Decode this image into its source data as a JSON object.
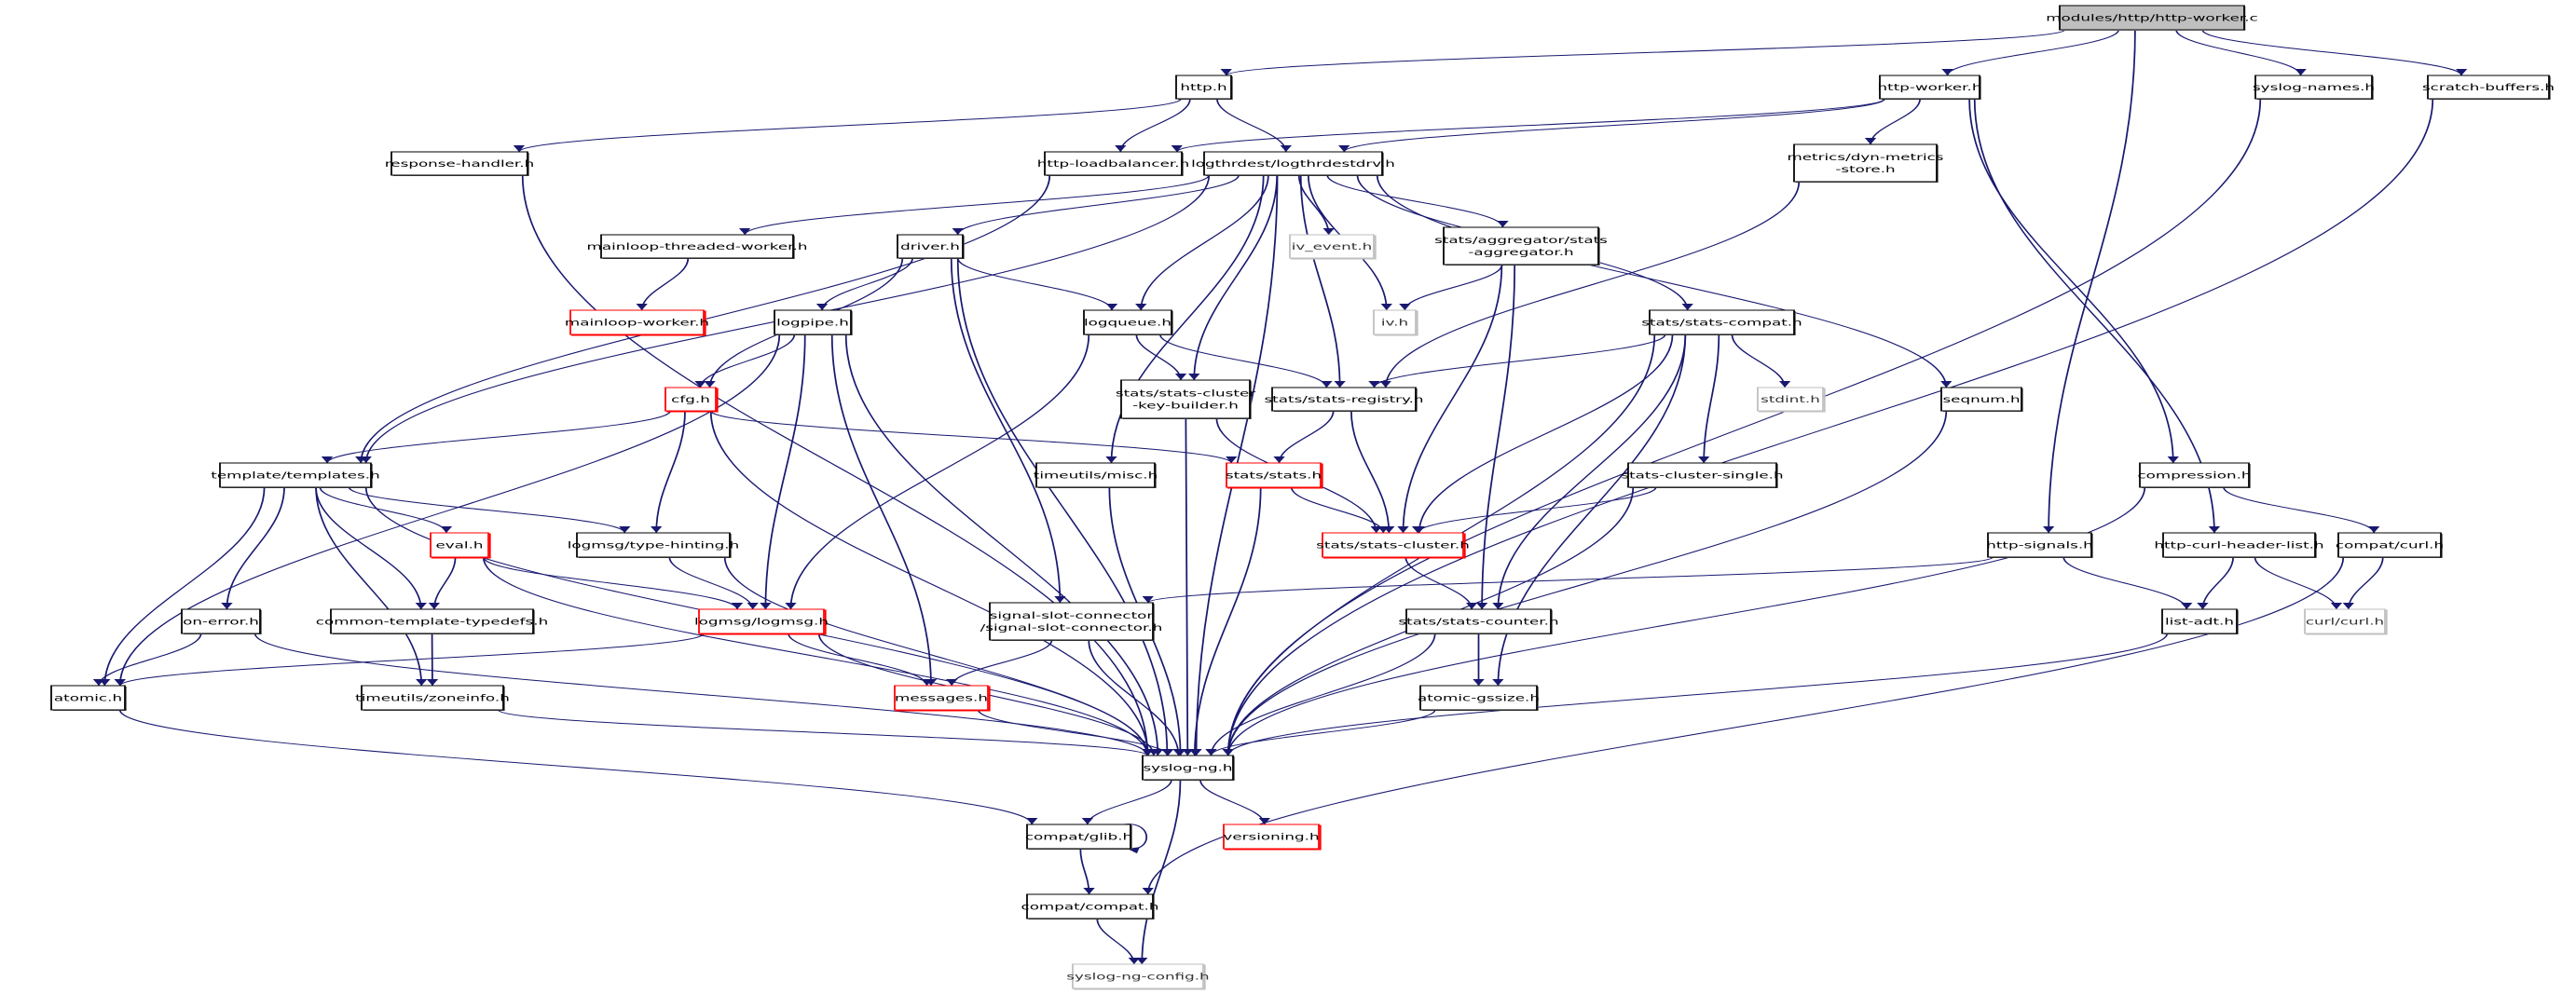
{
  "graph": {
    "title": "modules/http/http-worker.c",
    "edge_color": "#191970",
    "nodes": [
      {
        "id": "root",
        "label": [
          "modules/http/http-worker.c"
        ],
        "style": "root"
      },
      {
        "id": "http_h",
        "label": [
          "http.h"
        ],
        "style": "normal"
      },
      {
        "id": "http_worker_h",
        "label": [
          "http-worker.h"
        ],
        "style": "normal"
      },
      {
        "id": "syslog_names",
        "label": [
          "syslog-names.h"
        ],
        "style": "normal"
      },
      {
        "id": "scratch_buffers",
        "label": [
          "scratch-buffers.h"
        ],
        "style": "normal"
      },
      {
        "id": "response_handler",
        "label": [
          "response-handler.h"
        ],
        "style": "normal"
      },
      {
        "id": "http_lb",
        "label": [
          "http-loadbalancer.h"
        ],
        "style": "normal"
      },
      {
        "id": "logthrdestdrv",
        "label": [
          "logthrdest/logthrdestdrv.h"
        ],
        "style": "normal"
      },
      {
        "id": "dyn_metrics",
        "label": [
          "metrics/dyn-metrics",
          "-store.h"
        ],
        "style": "normal"
      },
      {
        "id": "mainloop_tw",
        "label": [
          "mainloop-threaded-worker.h"
        ],
        "style": "normal"
      },
      {
        "id": "driver",
        "label": [
          "driver.h"
        ],
        "style": "normal"
      },
      {
        "id": "iv_event",
        "label": [
          "iv_event.h"
        ],
        "style": "ext"
      },
      {
        "id": "stats_agg",
        "label": [
          "stats/aggregator/stats",
          "-aggregator.h"
        ],
        "style": "normal"
      },
      {
        "id": "mainloop_worker",
        "label": [
          "mainloop-worker.h"
        ],
        "style": "trunc"
      },
      {
        "id": "logpipe",
        "label": [
          "logpipe.h"
        ],
        "style": "normal"
      },
      {
        "id": "logqueue",
        "label": [
          "logqueue.h"
        ],
        "style": "normal"
      },
      {
        "id": "iv",
        "label": [
          "iv.h"
        ],
        "style": "ext"
      },
      {
        "id": "stats_compat",
        "label": [
          "stats/stats-compat.h"
        ],
        "style": "normal"
      },
      {
        "id": "cfg",
        "label": [
          "cfg.h"
        ],
        "style": "trunc"
      },
      {
        "id": "key_builder",
        "label": [
          "stats/stats-cluster",
          "-key-builder.h"
        ],
        "style": "normal"
      },
      {
        "id": "stats_registry",
        "label": [
          "stats/stats-registry.h"
        ],
        "style": "normal"
      },
      {
        "id": "stdint",
        "label": [
          "stdint.h"
        ],
        "style": "ext"
      },
      {
        "id": "seqnum",
        "label": [
          "seqnum.h"
        ],
        "style": "normal"
      },
      {
        "id": "templates",
        "label": [
          "template/templates.h"
        ],
        "style": "normal"
      },
      {
        "id": "tu_misc",
        "label": [
          "timeutils/misc.h"
        ],
        "style": "normal"
      },
      {
        "id": "stats_h",
        "label": [
          "stats/stats.h"
        ],
        "style": "trunc"
      },
      {
        "id": "cluster_single",
        "label": [
          "stats-cluster-single.h"
        ],
        "style": "normal"
      },
      {
        "id": "compression",
        "label": [
          "compression.h"
        ],
        "style": "normal"
      },
      {
        "id": "eval",
        "label": [
          "eval.h"
        ],
        "style": "trunc"
      },
      {
        "id": "type_hinting",
        "label": [
          "logmsg/type-hinting.h"
        ],
        "style": "normal"
      },
      {
        "id": "stats_cluster",
        "label": [
          "stats/stats-cluster.h"
        ],
        "style": "trunc"
      },
      {
        "id": "http_signals",
        "label": [
          "http-signals.h"
        ],
        "style": "normal"
      },
      {
        "id": "curl_hdr",
        "label": [
          "http-curl-header-list.h"
        ],
        "style": "normal"
      },
      {
        "id": "compat_curl",
        "label": [
          "compat/curl.h"
        ],
        "style": "normal"
      },
      {
        "id": "on_error",
        "label": [
          "on-error.h"
        ],
        "style": "normal"
      },
      {
        "id": "ctt",
        "label": [
          "common-template-typedefs.h"
        ],
        "style": "normal"
      },
      {
        "id": "logmsg",
        "label": [
          "logmsg/logmsg.h"
        ],
        "style": "trunc"
      },
      {
        "id": "ssc",
        "label": [
          "signal-slot-connector",
          "/signal-slot-connector.h"
        ],
        "style": "normal"
      },
      {
        "id": "stats_counter",
        "label": [
          "stats/stats-counter.h"
        ],
        "style": "normal"
      },
      {
        "id": "list_adt",
        "label": [
          "list-adt.h"
        ],
        "style": "normal"
      },
      {
        "id": "curl_curl",
        "label": [
          "curl/curl.h"
        ],
        "style": "ext"
      },
      {
        "id": "atomic",
        "label": [
          "atomic.h"
        ],
        "style": "normal"
      },
      {
        "id": "zoneinfo",
        "label": [
          "timeutils/zoneinfo.h"
        ],
        "style": "normal"
      },
      {
        "id": "messages",
        "label": [
          "messages.h"
        ],
        "style": "trunc"
      },
      {
        "id": "atomic_gssize",
        "label": [
          "atomic-gssize.h"
        ],
        "style": "normal"
      },
      {
        "id": "syslog_ng",
        "label": [
          "syslog-ng.h"
        ],
        "style": "normal"
      },
      {
        "id": "glib",
        "label": [
          "compat/glib.h"
        ],
        "style": "normal"
      },
      {
        "id": "versioning",
        "label": [
          "versioning.h"
        ],
        "style": "trunc"
      },
      {
        "id": "compat",
        "label": [
          "compat/compat.h"
        ],
        "style": "normal"
      },
      {
        "id": "config",
        "label": [
          "syslog-ng-config.h"
        ],
        "style": "ext"
      }
    ],
    "edges": [
      [
        "root",
        "http_h"
      ],
      [
        "root",
        "http_worker_h"
      ],
      [
        "root",
        "syslog_names"
      ],
      [
        "root",
        "scratch_buffers"
      ],
      [
        "root",
        "http_signals"
      ],
      [
        "http_h",
        "response_handler"
      ],
      [
        "http_h",
        "http_lb"
      ],
      [
        "http_h",
        "logthrdestdrv"
      ],
      [
        "http_worker_h",
        "http_lb"
      ],
      [
        "http_worker_h",
        "logthrdestdrv"
      ],
      [
        "http_worker_h",
        "dyn_metrics"
      ],
      [
        "http_worker_h",
        "compression"
      ],
      [
        "http_worker_h",
        "curl_hdr"
      ],
      [
        "syslog_names",
        "syslog_ng"
      ],
      [
        "scratch_buffers",
        "syslog_ng"
      ],
      [
        "response_handler",
        "syslog_ng"
      ],
      [
        "http_lb",
        "templates"
      ],
      [
        "logthrdestdrv",
        "templates"
      ],
      [
        "logthrdestdrv",
        "mainloop_tw"
      ],
      [
        "logthrdestdrv",
        "driver"
      ],
      [
        "logthrdestdrv",
        "logqueue"
      ],
      [
        "logthrdestdrv",
        "key_builder"
      ],
      [
        "logthrdestdrv",
        "tu_misc"
      ],
      [
        "logthrdestdrv",
        "iv_event"
      ],
      [
        "logthrdestdrv",
        "iv"
      ],
      [
        "logthrdestdrv",
        "stats_agg"
      ],
      [
        "logthrdestdrv",
        "stats_registry"
      ],
      [
        "logthrdestdrv",
        "stats_compat"
      ],
      [
        "logthrdestdrv",
        "seqnum"
      ],
      [
        "logthrdestdrv",
        "syslog_ng"
      ],
      [
        "mainloop_tw",
        "mainloop_worker"
      ],
      [
        "driver",
        "logpipe"
      ],
      [
        "driver",
        "logqueue"
      ],
      [
        "driver",
        "cfg"
      ],
      [
        "driver",
        "syslog_ng"
      ],
      [
        "driver",
        "ssc"
      ],
      [
        "dyn_metrics",
        "stats_registry"
      ],
      [
        "stats_agg",
        "iv"
      ],
      [
        "stats_agg",
        "stats_cluster"
      ],
      [
        "stats_agg",
        "stats_counter"
      ],
      [
        "logpipe",
        "cfg"
      ],
      [
        "logpipe",
        "atomic"
      ],
      [
        "logpipe",
        "logmsg"
      ],
      [
        "logpipe",
        "messages"
      ],
      [
        "logpipe",
        "syslog_ng"
      ],
      [
        "logqueue",
        "key_builder"
      ],
      [
        "logqueue",
        "stats_registry"
      ],
      [
        "logqueue",
        "logmsg"
      ],
      [
        "cfg",
        "templates"
      ],
      [
        "cfg",
        "stats_h"
      ],
      [
        "cfg",
        "type_hinting"
      ],
      [
        "cfg",
        "syslog_ng"
      ],
      [
        "key_builder",
        "stats_cluster"
      ],
      [
        "key_builder",
        "syslog_ng"
      ],
      [
        "stats_registry",
        "stats_h"
      ],
      [
        "stats_registry",
        "stats_cluster"
      ],
      [
        "stats_compat",
        "stats_registry"
      ],
      [
        "stats_compat",
        "stdint"
      ],
      [
        "stats_compat",
        "cluster_single"
      ],
      [
        "stats_compat",
        "stats_cluster"
      ],
      [
        "stats_compat",
        "stats_counter"
      ],
      [
        "stats_compat",
        "atomic_gssize"
      ],
      [
        "stats_compat",
        "syslog_ng"
      ],
      [
        "seqnum",
        "syslog_ng"
      ],
      [
        "compression",
        "compat_curl"
      ],
      [
        "compression",
        "syslog_ng"
      ],
      [
        "templates",
        "atomic"
      ],
      [
        "templates",
        "eval"
      ],
      [
        "templates",
        "type_hinting"
      ],
      [
        "templates",
        "on_error"
      ],
      [
        "templates",
        "ctt"
      ],
      [
        "templates",
        "zoneinfo"
      ],
      [
        "templates",
        "syslog_ng"
      ],
      [
        "tu_misc",
        "syslog_ng"
      ],
      [
        "stats_h",
        "stats_cluster"
      ],
      [
        "stats_h",
        "syslog_ng"
      ],
      [
        "cluster_single",
        "stats_cluster"
      ],
      [
        "cluster_single",
        "syslog_ng"
      ],
      [
        "eval",
        "ctt"
      ],
      [
        "eval",
        "logmsg"
      ],
      [
        "eval",
        "syslog_ng"
      ],
      [
        "type_hinting",
        "logmsg"
      ],
      [
        "type_hinting",
        "syslog_ng"
      ],
      [
        "stats_cluster",
        "stats_counter"
      ],
      [
        "http_signals",
        "ssc"
      ],
      [
        "http_signals",
        "list_adt"
      ],
      [
        "curl_hdr",
        "list_adt"
      ],
      [
        "curl_hdr",
        "curl_curl"
      ],
      [
        "compat_curl",
        "curl_curl"
      ],
      [
        "compat_curl",
        "compat"
      ],
      [
        "on_error",
        "atomic"
      ],
      [
        "on_error",
        "syslog_ng"
      ],
      [
        "ctt",
        "zoneinfo"
      ],
      [
        "logmsg",
        "atomic"
      ],
      [
        "logmsg",
        "messages"
      ],
      [
        "logmsg",
        "syslog_ng"
      ],
      [
        "ssc",
        "messages"
      ],
      [
        "ssc",
        "syslog_ng"
      ],
      [
        "stats_counter",
        "atomic_gssize"
      ],
      [
        "stats_counter",
        "syslog_ng"
      ],
      [
        "list_adt",
        "syslog_ng"
      ],
      [
        "atomic",
        "glib"
      ],
      [
        "zoneinfo",
        "syslog_ng"
      ],
      [
        "messages",
        "syslog_ng"
      ],
      [
        "atomic_gssize",
        "syslog_ng"
      ],
      [
        "syslog_ng",
        "glib"
      ],
      [
        "syslog_ng",
        "versioning"
      ],
      [
        "syslog_ng",
        "config"
      ],
      [
        "glib",
        "glib"
      ],
      [
        "glib",
        "compat"
      ],
      [
        "compat",
        "config"
      ]
    ]
  }
}
